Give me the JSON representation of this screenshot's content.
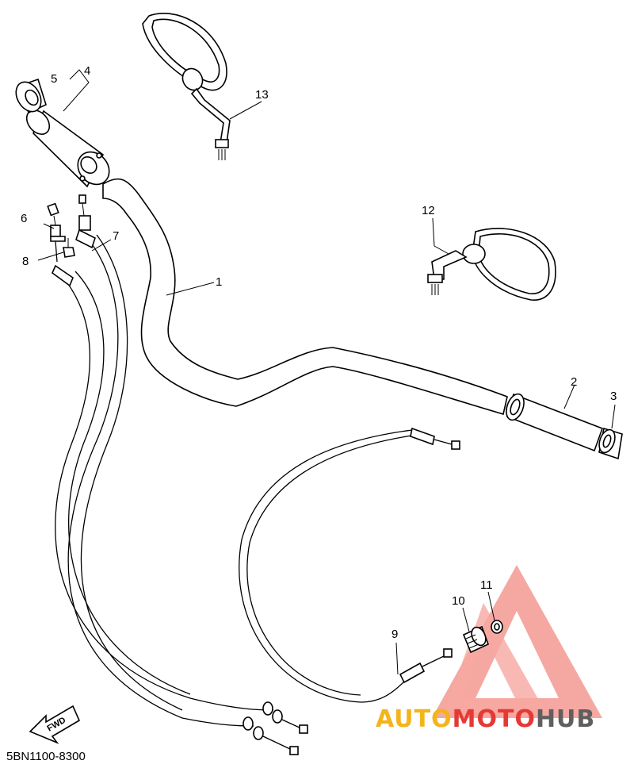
{
  "diagram": {
    "part_numbers": [
      "1",
      "2",
      "3",
      "4",
      "5",
      "6",
      "7",
      "8",
      "9",
      "10",
      "11",
      "12",
      "13"
    ],
    "drawing_code": "5BN1100-8300",
    "fwd_label": "FWD"
  },
  "watermark": {
    "part1": "AUTO",
    "part2": "MOTO",
    "part3": "HUB",
    "colors": {
      "auto": "#f4b41a",
      "moto": "#e53935",
      "hub": "#5f5f5f",
      "triangle": "#f28b82"
    }
  }
}
